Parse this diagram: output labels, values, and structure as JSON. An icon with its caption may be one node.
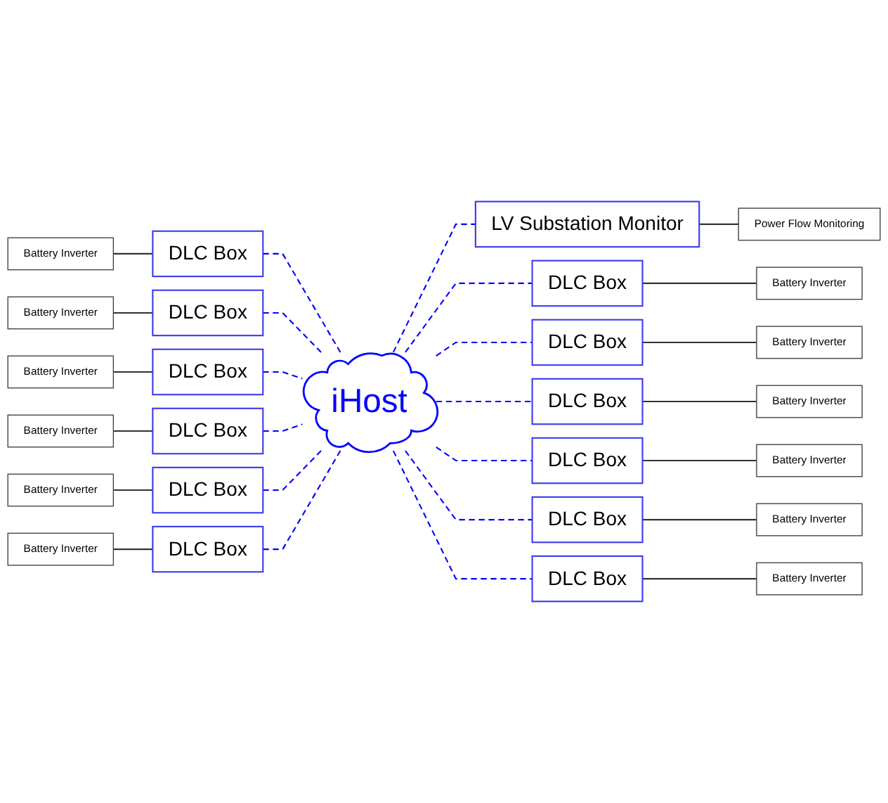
{
  "diagram": {
    "nodes": [
      {
        "text": [
          "LV Substation Monitor"
        ]
      },
      {
        "text": [
          "Power Flow Monitoring"
        ]
      },
      {
        "text": [
          "DLC Box"
        ]
      },
      {
        "text": [
          "Battery Inverter"
        ]
      },
      {
        "text": [
          "DLC Box"
        ]
      },
      {
        "text": [
          "Battery Inverter"
        ]
      },
      {
        "text": [
          "DLC Box"
        ]
      },
      {
        "text": [
          "Battery Inverter"
        ]
      },
      {
        "text": [
          "DLC Box"
        ]
      },
      {
        "text": [
          "Battery Inverter"
        ]
      },
      {
        "text": [
          "DLC Box"
        ]
      },
      {
        "text": [
          "Battery Inverter"
        ]
      },
      {
        "text": [
          "iHost"
        ]
      },
      {
        "text": [
          "DLC Box"
        ]
      },
      {
        "text": [
          "Battery Inverter"
        ]
      },
      {
        "text": [
          "DLC Box"
        ]
      },
      {
        "text": [
          "Battery Inverter"
        ]
      },
      {
        "text": [
          "DLC Box"
        ]
      },
      {
        "text": [
          "Battery Inverter"
        ]
      },
      {
        "text": [
          "DLC Box"
        ]
      },
      {
        "text": [
          "Battery Inverter"
        ]
      },
      {
        "text": [
          "DLC Box"
        ]
      },
      {
        "text": [
          "Battery Inverter"
        ]
      },
      {
        "text": [
          "DLC Box"
        ]
      },
      {
        "text": [
          "Battery Inverter"
        ]
      },
      {
        "text": [
          "DLC Box"
        ]
      },
      {
        "text": [
          "Battery Inverter"
        ]
      }
    ],
    "edges": [
      {
        "from": 0,
        "to": 1,
        "arrow": "none"
      },
      {
        "from": 12,
        "to": 0,
        "arrow": "none",
        "style": "dashed",
        "color": "#0000ff"
      },
      {
        "from": 3,
        "to": 2,
        "arrow": "none"
      },
      {
        "from": 2,
        "to": 12,
        "arrow": "none",
        "style": "dashed",
        "color": "#0000ff"
      },
      {
        "from": 4,
        "to": 5,
        "arrow": "none"
      },
      {
        "from": 12,
        "to": 4,
        "arrow": "none",
        "style": "dashed",
        "color": "#0000ff"
      },
      {
        "from": 7,
        "to": 6,
        "arrow": "none"
      },
      {
        "from": 6,
        "to": 12,
        "arrow": "none",
        "style": "dashed",
        "color": "#0000ff"
      },
      {
        "from": 8,
        "to": 9,
        "arrow": "none"
      },
      {
        "from": 12,
        "to": 8,
        "arrow": "none",
        "style": "dashed",
        "color": "#0000ff"
      },
      {
        "from": 11,
        "to": 10,
        "arrow": "none"
      },
      {
        "from": 10,
        "to": 12,
        "arrow": "none",
        "style": "dashed",
        "color": "#0000ff"
      },
      {
        "from": 12,
        "to": 13,
        "arrow": "none",
        "style": "dashed",
        "color": "#0000ff"
      },
      {
        "from": 13,
        "to": 14,
        "arrow": "none"
      },
      {
        "from": 16,
        "to": 15,
        "arrow": "none"
      },
      {
        "from": 15,
        "to": 12,
        "arrow": "none",
        "style": "dashed",
        "color": "#0000ff"
      },
      {
        "from": 12,
        "to": 17,
        "arrow": "none",
        "style": "dashed",
        "color": "#0000ff"
      },
      {
        "from": 17,
        "to": 18,
        "arrow": "none"
      },
      {
        "from": 20,
        "to": 19,
        "arrow": "none"
      },
      {
        "from": 19,
        "to": 12,
        "arrow": "none",
        "style": "dashed",
        "color": "#0000ff"
      },
      {
        "from": 12,
        "to": 21,
        "arrow": "none",
        "style": "dashed",
        "color": "#0000ff"
      },
      {
        "from": 21,
        "to": 22,
        "arrow": "none"
      },
      {
        "from": 24,
        "to": 23,
        "arrow": "none"
      },
      {
        "from": 23,
        "to": 12,
        "arrow": "none",
        "style": "dashed",
        "color": "#0000ff"
      },
      {
        "from": 12,
        "to": 25,
        "arrow": "none",
        "style": "dashed",
        "color": "#0000ff"
      },
      {
        "from": 25,
        "to": 26,
        "arrow": "none"
      }
    ]
  }
}
